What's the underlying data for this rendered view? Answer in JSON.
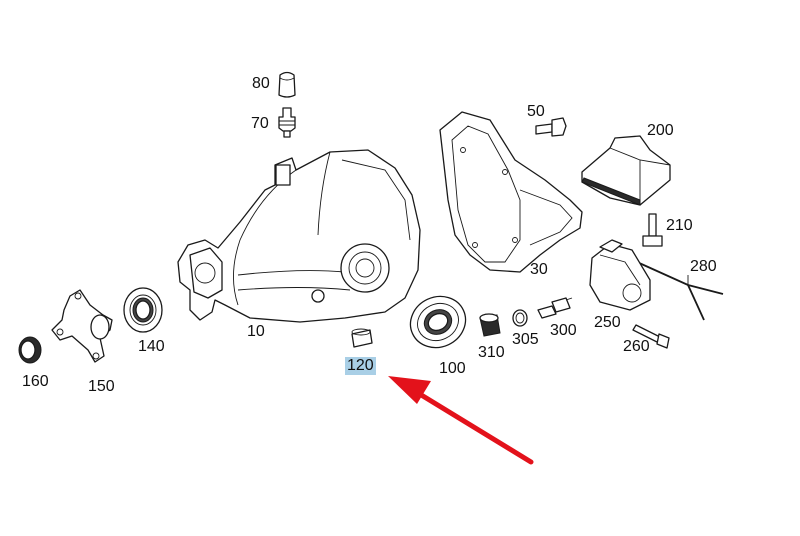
{
  "labels": {
    "p80": "80",
    "p70": "70",
    "p50": "50",
    "p200": "200",
    "p210": "210",
    "p280": "280",
    "p30": "30",
    "p250": "250",
    "p10": "10",
    "p140": "140",
    "p160": "160",
    "p150": "150",
    "p120": "120",
    "p100": "100",
    "p310": "310",
    "p305": "305",
    "p300": "300",
    "p260": "260"
  },
  "highlight": {
    "part": "120",
    "color": "#a9cfe6"
  },
  "arrow": {
    "color": "#e3121b",
    "points_to": "120"
  }
}
